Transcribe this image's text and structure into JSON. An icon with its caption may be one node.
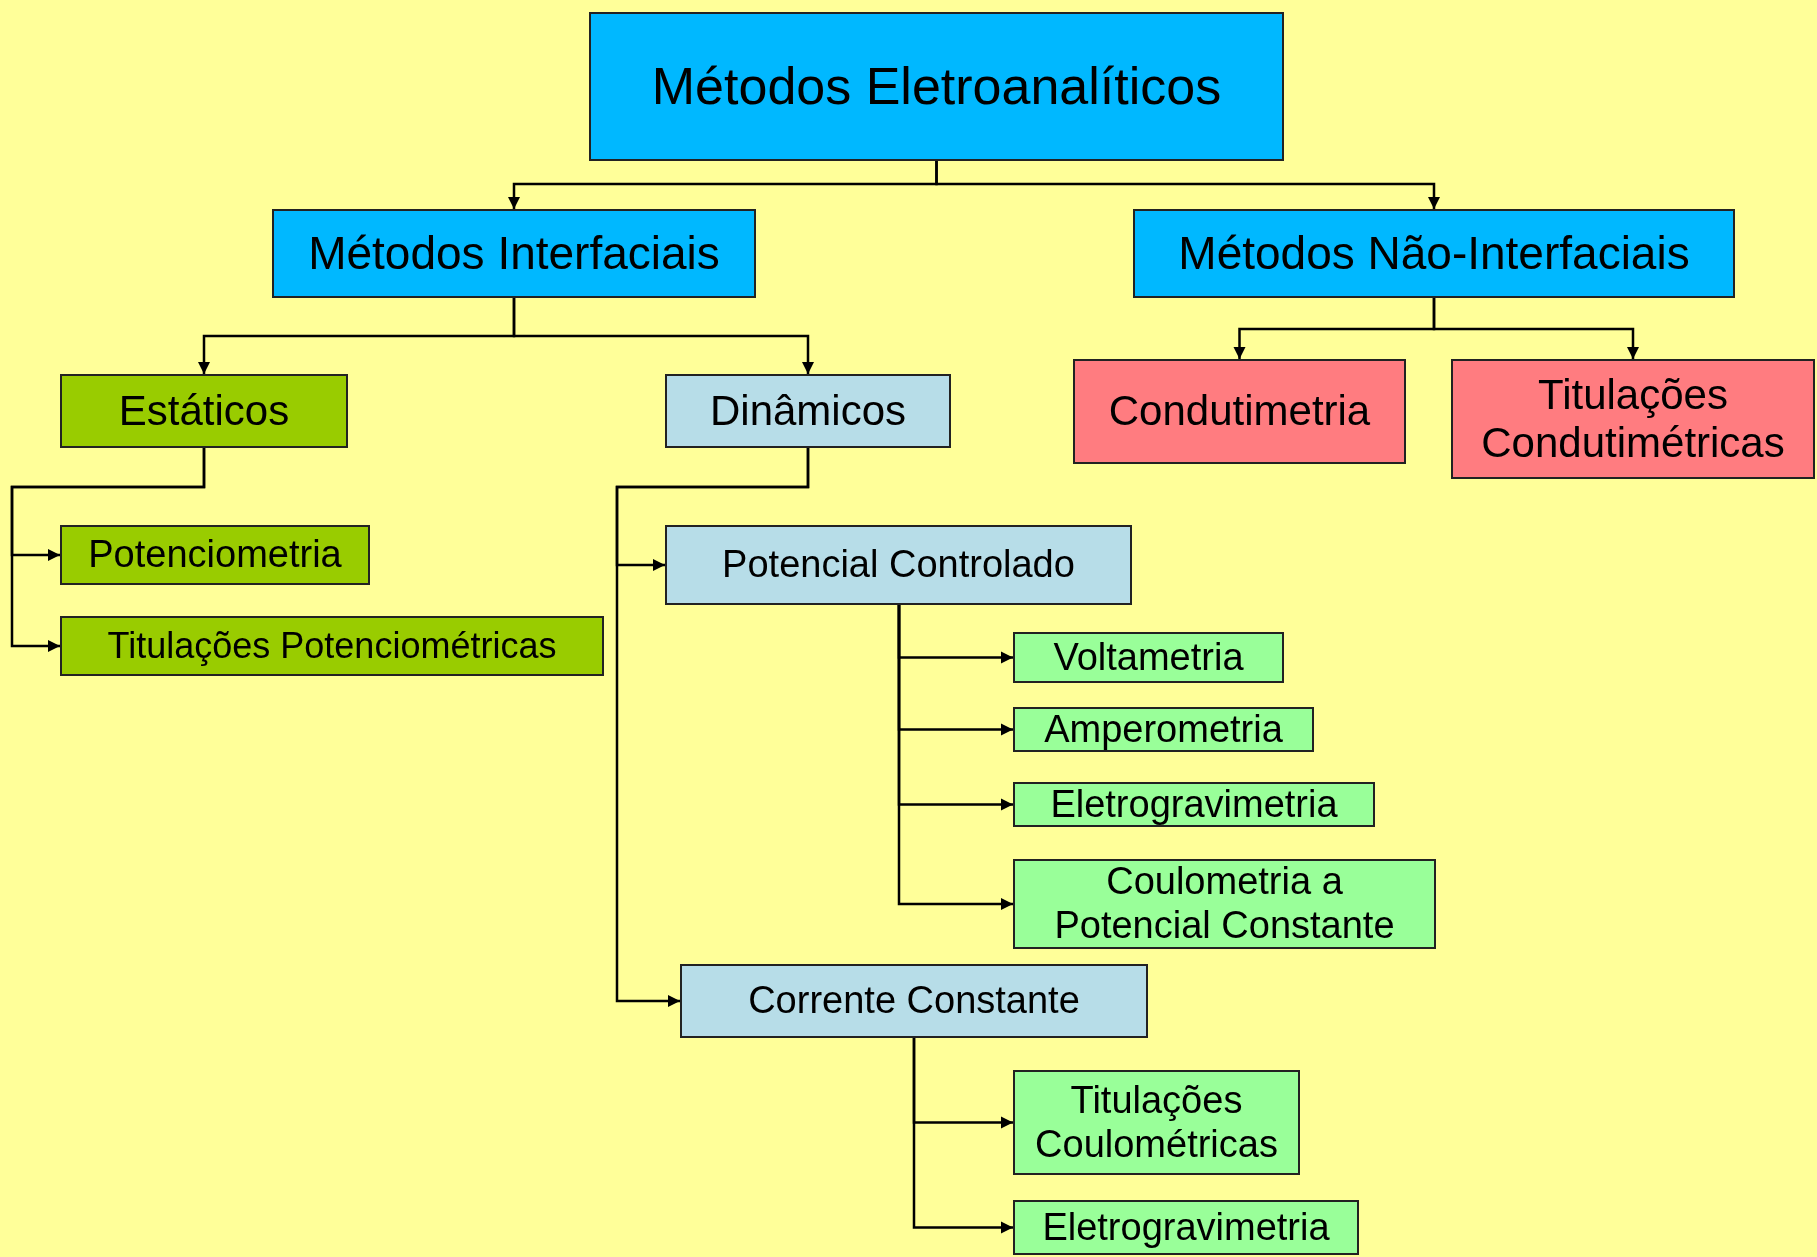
{
  "diagram": {
    "nodes": [
      {
        "text": [
          "Métodos Eletroanalíticos"
        ]
      },
      {
        "text": [
          "Métodos Interfaciais"
        ]
      },
      {
        "text": [
          "Métodos Não-Interfaciais"
        ]
      },
      {
        "text": [
          "Estáticos"
        ]
      },
      {
        "text": [
          "Dinâmicos"
        ]
      },
      {
        "text": [
          "Condutimetria"
        ]
      },
      {
        "text": [
          "Titulações Condutimétricas"
        ]
      },
      {
        "text": [
          "Potenciometria"
        ]
      },
      {
        "text": [
          "Titulações Potenciométricas"
        ]
      },
      {
        "text": [
          "Potencial Controlado"
        ]
      },
      {
        "text": [
          "Voltametria"
        ]
      },
      {
        "text": [
          "Amperometria"
        ]
      },
      {
        "text": [
          "Eletrogravimetria"
        ]
      },
      {
        "text": [
          "Coulometria a Potencial Constante"
        ]
      },
      {
        "text": [
          "Corrente Constante"
        ]
      },
      {
        "text": [
          "Titulações Coulométricas"
        ]
      },
      {
        "text": [
          "Eletrogravimetria"
        ]
      }
    ],
    "edges": [
      {
        "from": 0,
        "to": 1,
        "arrow": "to"
      },
      {
        "from": 0,
        "to": 2,
        "arrow": "to"
      },
      {
        "from": 1,
        "to": 3,
        "arrow": "to"
      },
      {
        "from": 1,
        "to": 4,
        "arrow": "to"
      },
      {
        "from": 2,
        "to": 5,
        "arrow": "to"
      },
      {
        "from": 2,
        "to": 6,
        "arrow": "to"
      },
      {
        "from": 3,
        "to": 7,
        "arrow": "to"
      },
      {
        "from": 3,
        "to": 8,
        "arrow": "to"
      },
      {
        "from": 4,
        "to": 9,
        "arrow": "to"
      },
      {
        "from": 4,
        "to": 14,
        "arrow": "to"
      },
      {
        "from": 9,
        "to": 10,
        "arrow": "to"
      },
      {
        "from": 9,
        "to": 11,
        "arrow": "to"
      },
      {
        "from": 9,
        "to": 12,
        "arrow": "to"
      },
      {
        "from": 9,
        "to": 13,
        "arrow": "to"
      },
      {
        "from": 14,
        "to": 15,
        "arrow": "to"
      },
      {
        "from": 14,
        "to": 16,
        "arrow": "to"
      }
    ]
  }
}
